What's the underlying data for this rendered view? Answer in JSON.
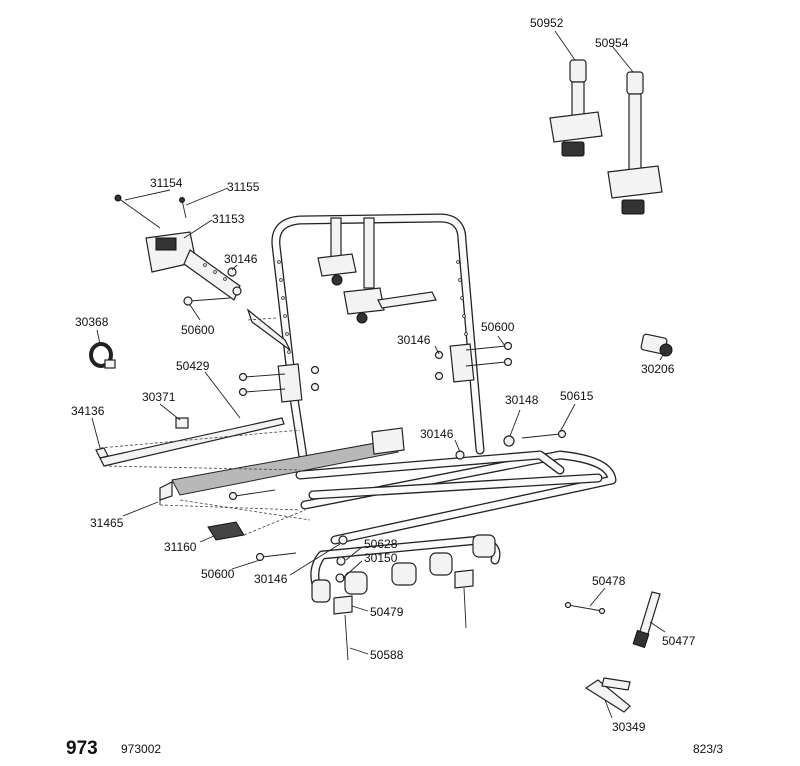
{
  "diagram": {
    "model_number": "973",
    "drawing_code": "973002",
    "sheet_ref": "823/3",
    "part_labels": [
      {
        "id": "p50952",
        "text": "50952"
      },
      {
        "id": "p50954",
        "text": "50954"
      },
      {
        "id": "p31154",
        "text": "31154"
      },
      {
        "id": "p31155",
        "text": "31155"
      },
      {
        "id": "p31153",
        "text": "31153"
      },
      {
        "id": "p30146a",
        "text": "30146"
      },
      {
        "id": "p50600a",
        "text": "50600"
      },
      {
        "id": "p30368",
        "text": "30368"
      },
      {
        "id": "p50429",
        "text": "50429"
      },
      {
        "id": "p30371",
        "text": "30371"
      },
      {
        "id": "p34136",
        "text": "34136"
      },
      {
        "id": "p31465",
        "text": "31465"
      },
      {
        "id": "p31160",
        "text": "31160"
      },
      {
        "id": "p50600b",
        "text": "50600"
      },
      {
        "id": "p30146b",
        "text": "30146"
      },
      {
        "id": "p50628",
        "text": "50628"
      },
      {
        "id": "p30150",
        "text": "30150"
      },
      {
        "id": "p50479",
        "text": "50479"
      },
      {
        "id": "p50588",
        "text": "50588"
      },
      {
        "id": "p30146c",
        "text": "30146"
      },
      {
        "id": "p50600c",
        "text": "50600"
      },
      {
        "id": "p30206",
        "text": "30206"
      },
      {
        "id": "p30148",
        "text": "30148"
      },
      {
        "id": "p50615",
        "text": "50615"
      },
      {
        "id": "p30146d",
        "text": "30146"
      },
      {
        "id": "p50478",
        "text": "50478"
      },
      {
        "id": "p50477",
        "text": "50477"
      },
      {
        "id": "p30349",
        "text": "30349"
      }
    ]
  }
}
